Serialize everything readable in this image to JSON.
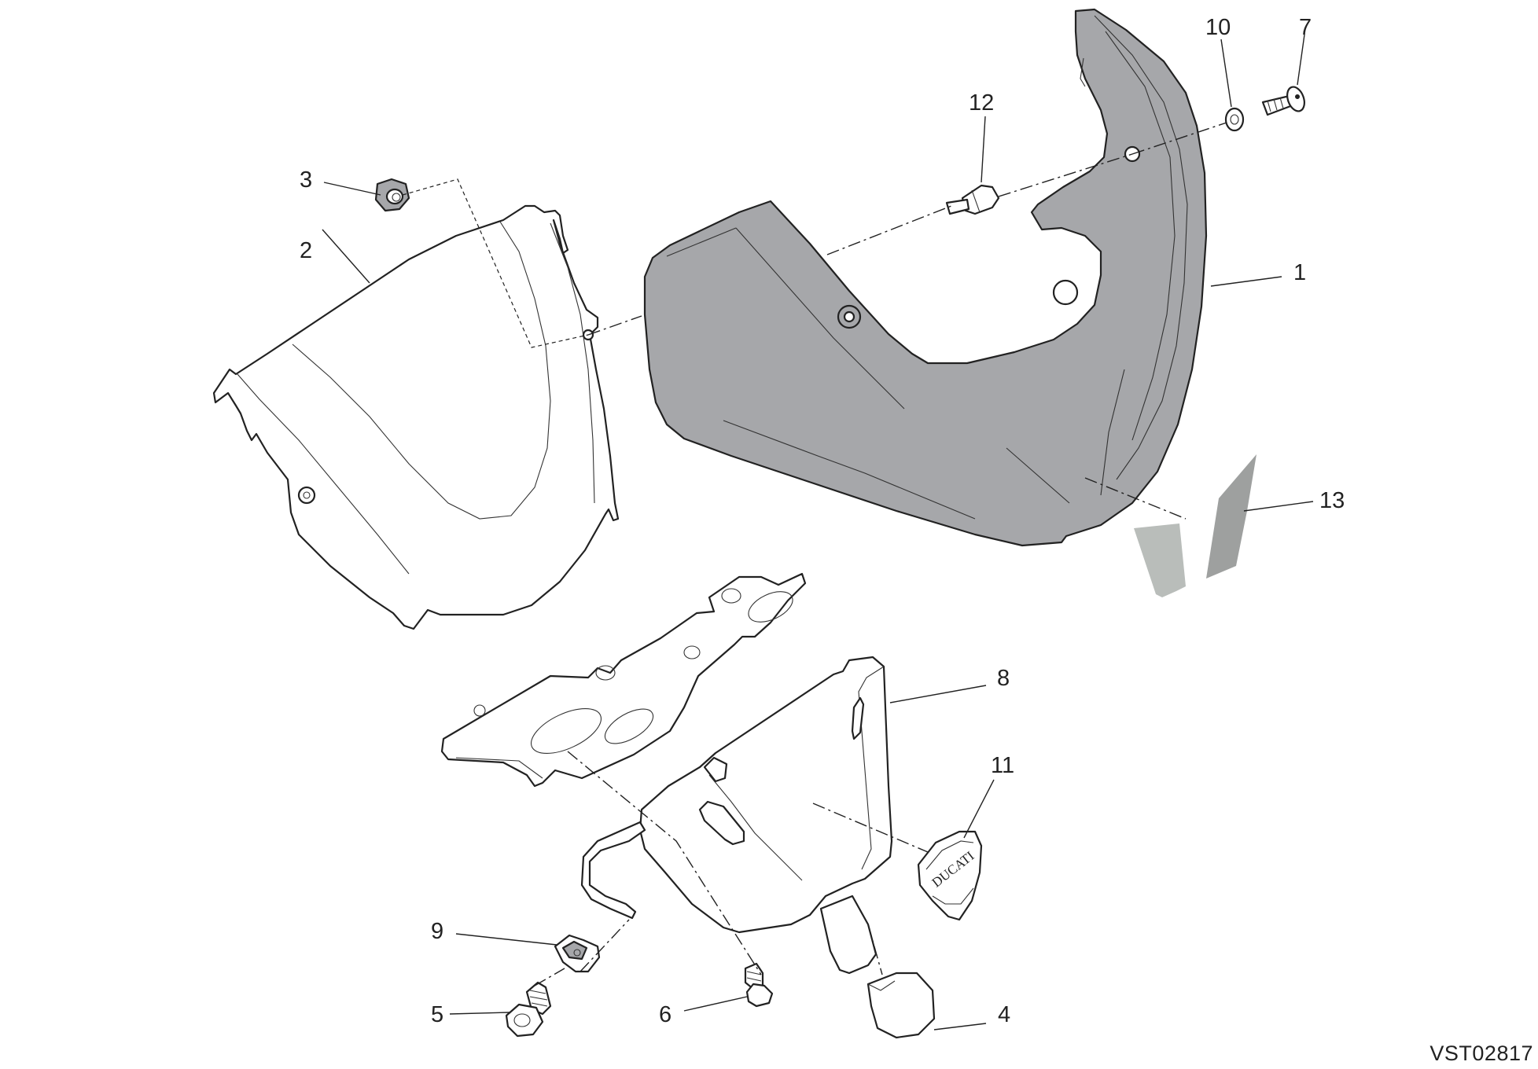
{
  "drawing_code": "VST02817",
  "logo_text": "DUCATI",
  "colors": {
    "fairing_fill": "#a6a7aa",
    "line": "#222222",
    "part_fill": "#ffffff",
    "sticker_light": "#b9bdba",
    "sticker_dark": "#9ea09f"
  },
  "callouts": [
    {
      "id": "1",
      "label": "1"
    },
    {
      "id": "2",
      "label": "2"
    },
    {
      "id": "3",
      "label": "3"
    },
    {
      "id": "4",
      "label": "4"
    },
    {
      "id": "5",
      "label": "5"
    },
    {
      "id": "6",
      "label": "6"
    },
    {
      "id": "7",
      "label": "7"
    },
    {
      "id": "8",
      "label": "8"
    },
    {
      "id": "9",
      "label": "9"
    },
    {
      "id": "10",
      "label": "10"
    },
    {
      "id": "11",
      "label": "11"
    },
    {
      "id": "12",
      "label": "12"
    },
    {
      "id": "13",
      "label": "13"
    }
  ]
}
